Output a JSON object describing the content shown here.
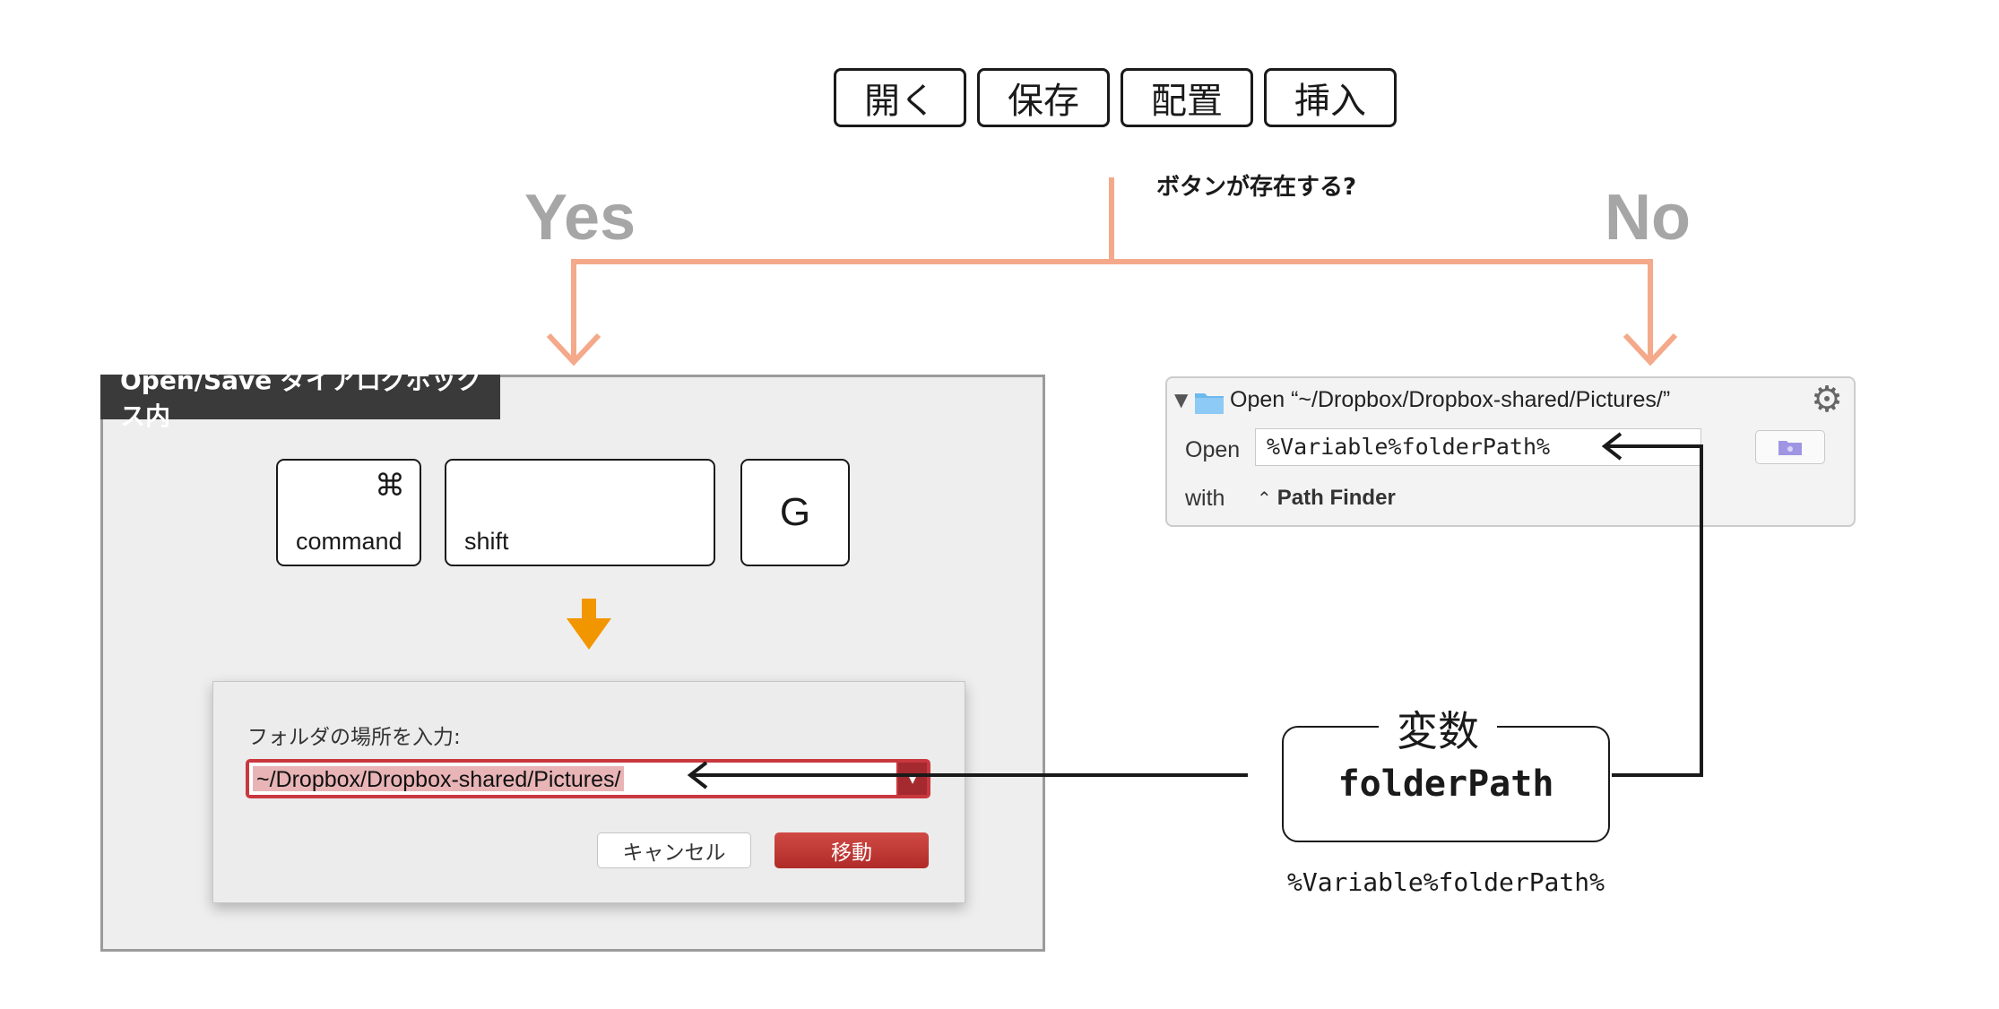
{
  "top_buttons": [
    "開く",
    "保存",
    "配置",
    "挿入"
  ],
  "question": "ボタンが存在する?",
  "branch_yes": "Yes",
  "branch_no": "No",
  "colors": {
    "branch_line": "#f4a98a",
    "branch_text": "#a6a6a6",
    "down_arrow": "#f29600",
    "accent_red": "#c8383e"
  },
  "left_panel": {
    "title": "Open/Save ダイアログボックス内",
    "keys": {
      "command_symbol": "⌘",
      "command_label": "command",
      "shift_label": "shift",
      "g_label": "G"
    },
    "dialog": {
      "label": "フォルダの場所を入力:",
      "path_value": "~/Dropbox/Dropbox-shared/Pictures/",
      "cancel_label": "キャンセル",
      "move_label": "移動"
    }
  },
  "action": {
    "title": "Open “~/Dropbox/Dropbox-shared/Pictures/”",
    "open_label": "Open",
    "open_value": "%Variable%folderPath%",
    "with_label": "with",
    "app": "Path Finder",
    "icons": [
      "disclosure-triangle-icon",
      "folder-icon",
      "gear-icon",
      "browse-folder-icon"
    ]
  },
  "variable": {
    "title": "変数",
    "name": "folderPath",
    "token": "%Variable%folderPath%"
  }
}
